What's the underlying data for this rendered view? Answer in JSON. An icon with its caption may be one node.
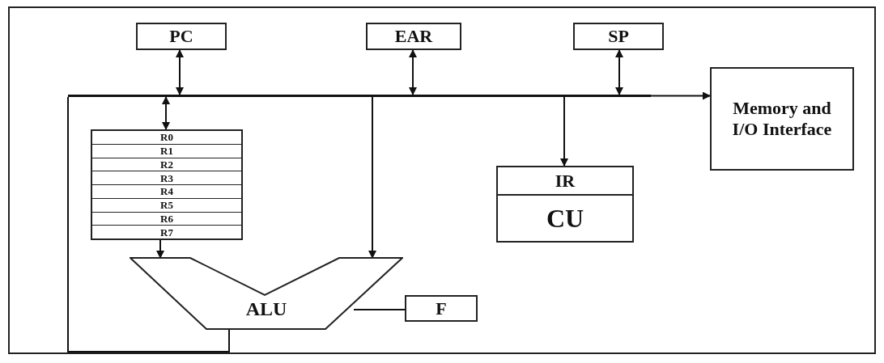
{
  "diagram": {
    "nodes": [
      {
        "text": [
          "PC"
        ]
      },
      {
        "text": [
          "EAR"
        ]
      },
      {
        "text": [
          "SP"
        ]
      },
      {
        "text": [],
        "shape": "bar"
      },
      {
        "text": [
          "Memory and I/O Interface"
        ]
      },
      {
        "text": [
          "R0",
          "R1",
          "R2",
          "R3",
          "R4",
          "R5",
          "R6",
          "R7"
        ]
      },
      {
        "text": [
          "IR",
          "CU"
        ]
      },
      {
        "text": [
          "ALU"
        ]
      },
      {
        "text": [
          "F"
        ]
      }
    ],
    "edges": [
      {
        "from": 0,
        "to": 3,
        "arrow": "both"
      },
      {
        "from": 1,
        "to": 3,
        "arrow": "both"
      },
      {
        "from": 2,
        "to": 3,
        "arrow": "both"
      },
      {
        "from": 3,
        "to": 5,
        "arrow": "both"
      },
      {
        "from": 3,
        "to": 4,
        "arrow": "to"
      },
      {
        "from": 3,
        "to": 6,
        "arrow": "to"
      },
      {
        "from": 3,
        "to": 7,
        "arrow": "to"
      },
      {
        "from": 5,
        "to": 7,
        "arrow": "to"
      },
      {
        "from": 7,
        "to": 3,
        "arrow": "none"
      },
      {
        "from": 7,
        "to": 8,
        "arrow": "none"
      }
    ]
  }
}
